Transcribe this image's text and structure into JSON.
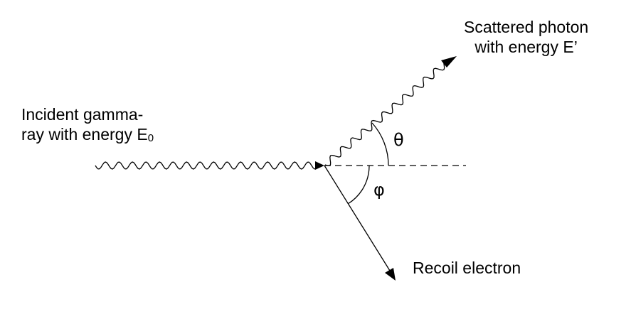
{
  "labels": {
    "incident_line1": "Incident gamma-",
    "incident_line2": "ray with energy E",
    "incident_sub": "0",
    "scattered_line1": "Scattered photon",
    "scattered_line2": "with energy E’",
    "recoil": "Recoil electron",
    "theta": "θ",
    "phi": "φ"
  },
  "colors": {
    "ink": "#000000",
    "background": "#ffffff"
  }
}
